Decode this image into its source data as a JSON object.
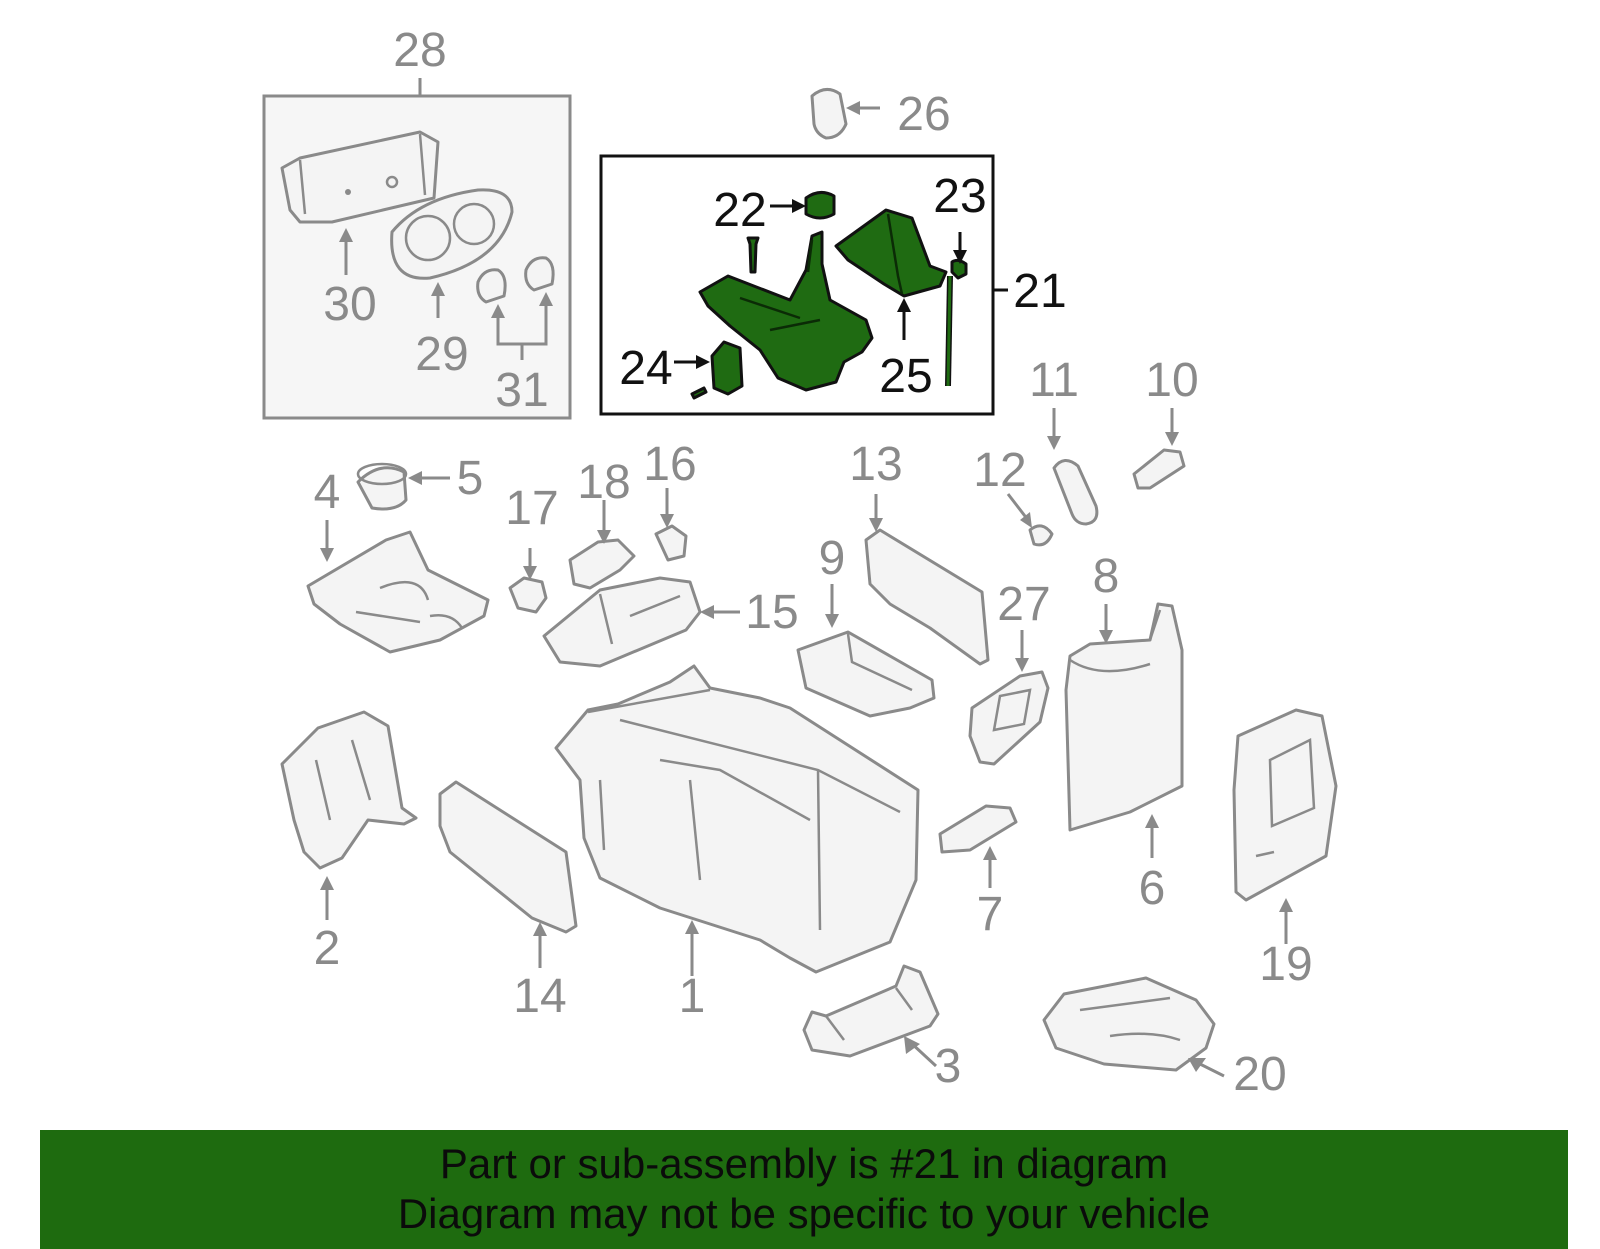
{
  "banner": {
    "line1": "Part or sub-assembly is #21 in diagram",
    "line2": "Diagram may not be specific to your vehicle",
    "color": "#1e6b0f"
  },
  "colors": {
    "highlight_part": "#1f6b12",
    "part_outline": "#8a8a8a",
    "highlight_outline": "#111111"
  },
  "callouts": {
    "c1": "1",
    "c2": "2",
    "c3": "3",
    "c4": "4",
    "c5": "5",
    "c6": "6",
    "c7": "7",
    "c8": "8",
    "c9": "9",
    "c10": "10",
    "c11": "11",
    "c12": "12",
    "c13": "13",
    "c14": "14",
    "c15": "15",
    "c16": "16",
    "c17": "17",
    "c18": "18",
    "c19": "19",
    "c20": "20",
    "c21": "21",
    "c22": "22",
    "c23": "23",
    "c24": "24",
    "c25": "25",
    "c26": "26",
    "c27": "27",
    "c28": "28",
    "c29": "29",
    "c30": "30",
    "c31": "31"
  }
}
